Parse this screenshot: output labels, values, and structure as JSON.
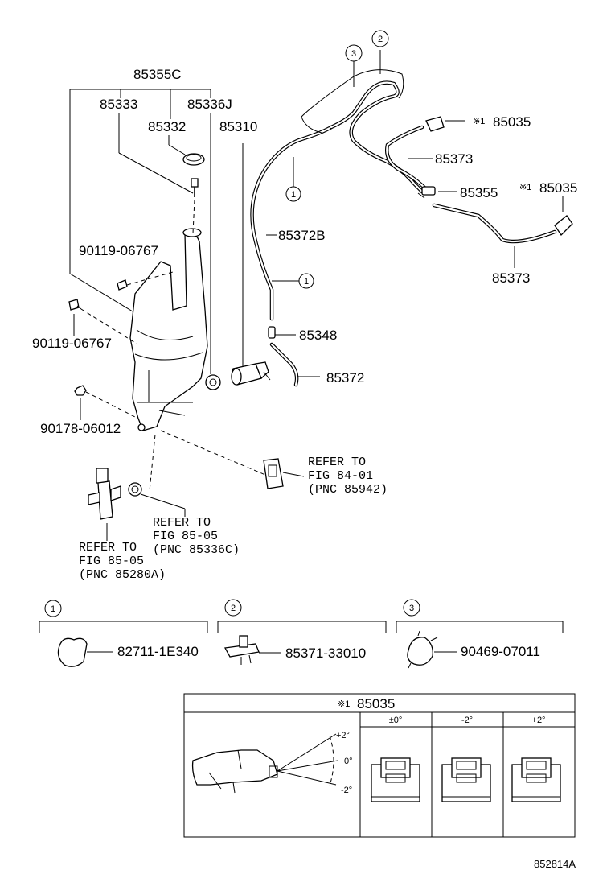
{
  "labels": {
    "assy": "85355C",
    "tank_body": "85333",
    "tank_cap": "85332",
    "grommet": "85336J",
    "pump": "85310",
    "hose_b": "85372B",
    "joint": "85348",
    "hose": "85372",
    "bolt_upper": "90119-06767",
    "bolt_lower": "90119-06767",
    "nut": "90178-06012",
    "nozzle_upper": "85035",
    "nozzle_right": "85035",
    "hose_upper": "85373",
    "hose_lower": "85373",
    "joint_right": "85355",
    "mark": "※1"
  },
  "callouts": {
    "c1": "1",
    "c2": "2",
    "c3": "3"
  },
  "refs": {
    "fig84": {
      "line1": "REFER TO",
      "line2": "FIG 84-01",
      "line3": "(PNC 85942)"
    },
    "fig85a": {
      "line1": "REFER TO",
      "line2": "FIG 85-05",
      "line3": "(PNC 85336C)"
    },
    "fig85b": {
      "line1": "REFER TO",
      "line2": "FIG 85-05",
      "line3": "(PNC 85280A)"
    }
  },
  "legend": [
    {
      "num": "1",
      "part": "82711-1E340"
    },
    {
      "num": "2",
      "part": "85371-33010"
    },
    {
      "num": "3",
      "part": "90469-07011"
    }
  ],
  "table": {
    "title_mark": "※1",
    "title": "85035",
    "cols": [
      "±0°",
      "-2°",
      "+2°"
    ],
    "angles": {
      "up": "+2°",
      "mid": "0°",
      "down": "-2°"
    }
  },
  "figure_id": "852814A"
}
